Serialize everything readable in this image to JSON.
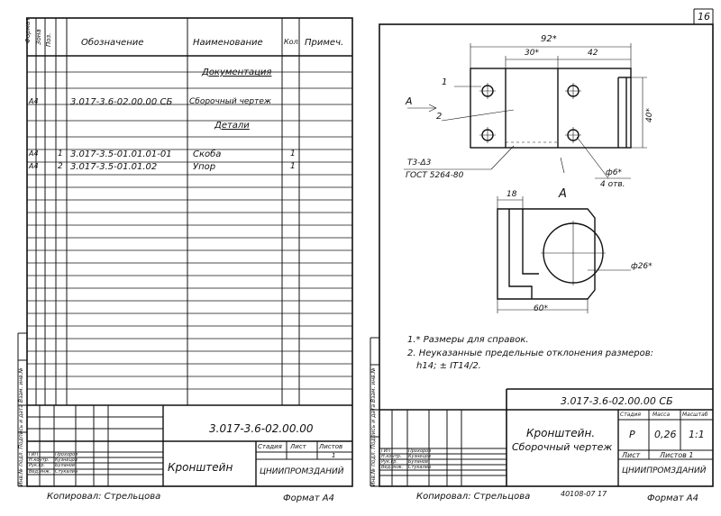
{
  "page_number": "16",
  "left_sheet": {
    "headers": {
      "format": "Формат",
      "zone": "Зона",
      "pos": "Поз.",
      "designation": "Обозначение",
      "name": "Наименование",
      "qty": "Кол.",
      "note": "Примеч."
    },
    "sections": {
      "docs": "Документация",
      "parts": "Детали"
    },
    "rows": [
      {
        "format": "А4",
        "pos": "",
        "designation": "3.017-3.6-02.00.00 СБ",
        "name": "Сборочный чертеж",
        "qty": ""
      },
      {
        "format": "А4",
        "pos": "1",
        "designation": "3.017-3.5-01.01.01-01",
        "name": "Скоба",
        "qty": "1"
      },
      {
        "format": "А4",
        "pos": "2",
        "designation": "3.017-3.5-01.01.02",
        "name": "Упор",
        "qty": "1"
      }
    ],
    "title_block": {
      "code": "3.017-3.6-02.00.00",
      "name": "Кронштейн",
      "stage": "Стадия",
      "sheet": "Лист",
      "sheets": "Листов",
      "sheet_no": "1",
      "org": "ЦНИИПРОМЗДАНИЙ",
      "signers": [
        "ГИП",
        "Н.контр.",
        "Рук.гр.",
        "Вед.инж."
      ],
      "names": [
        "Прохоров",
        "Кузнецов",
        "Буланов",
        "Стукалин"
      ]
    },
    "side_strip": "Инв.№ подл. Подпись и дата Взам. инв.№",
    "copied": "Копировал: Стрельцова",
    "format": "Формат А4"
  },
  "right_sheet": {
    "dims": {
      "overall": "92*",
      "a": "30*",
      "b": "42",
      "height": "40*",
      "hole": "ф6*",
      "holes_count": "4 отв.",
      "width_a": "18",
      "length_a": "60*",
      "dia": "ф26*",
      "view_arrow": "А",
      "view_label": "А",
      "pos1": "1",
      "pos2": "2",
      "weld": "Т3-Δ3",
      "gost": "ГОСТ 5264-80"
    },
    "notes": [
      "1.* Размеры для справок.",
      "2. Неуказанные предельные отклонения размеров:",
      "h14; ± IT14/2."
    ],
    "title_block": {
      "code": "3.017-3.6-02.00.00 СБ",
      "name_line1": "Кронштейн.",
      "name_line2": "Сборочный чертеж",
      "stage": "Стадия",
      "mass": "Масса",
      "scale_h": "Масштаб",
      "stage_val": "Р",
      "mass_val": "0,26",
      "scale_val": "1:1",
      "sheet": "Лист",
      "sheets": "Листов 1",
      "org": "ЦНИИПРОМЗДАНИЙ",
      "signers": [
        "ГИП",
        "Н.контр.",
        "Рук.гр.",
        "Вед.инж."
      ],
      "names": [
        "Прохоров",
        "Кузнецов",
        "Буланов",
        "Стукалин"
      ]
    },
    "side_strip": "Инв.№ подл. Подпись и дата Взам. инв.№",
    "copied": "Копировал: Стрельцова",
    "stamp": "40108-07 17",
    "format": "Формат А4"
  }
}
